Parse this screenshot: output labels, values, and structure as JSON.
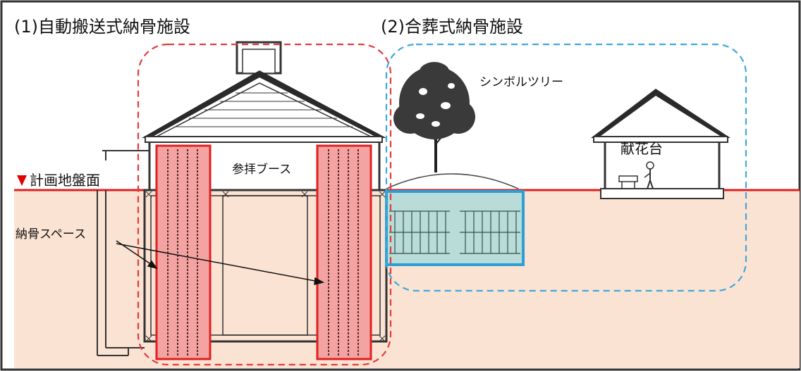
{
  "titles": {
    "section1": "(1)自動搬送式納骨施設",
    "section2": "(2)合葬式納骨施設"
  },
  "labels": {
    "ground_level": "計画地盤面",
    "worship_booth": "参拝ブース",
    "ossuary_space": "納骨スペース",
    "symbol_tree": "シンボルツリー",
    "flower_altar": "献花台"
  },
  "colors": {
    "ground_fill": "#fbe3d3",
    "ground_line": "#dd2020",
    "ossuary_fill": "#f3a4a2",
    "ossuary_stroke": "#e02020",
    "facility1_dash": "#e23b3b",
    "facility2_dash": "#3fa8dc",
    "vault_fill": "#b9dcd8",
    "vault_stroke": "#2e9fd6",
    "marker": "#e00000"
  },
  "icons": {
    "ground_marker": "triangle-down-icon"
  }
}
